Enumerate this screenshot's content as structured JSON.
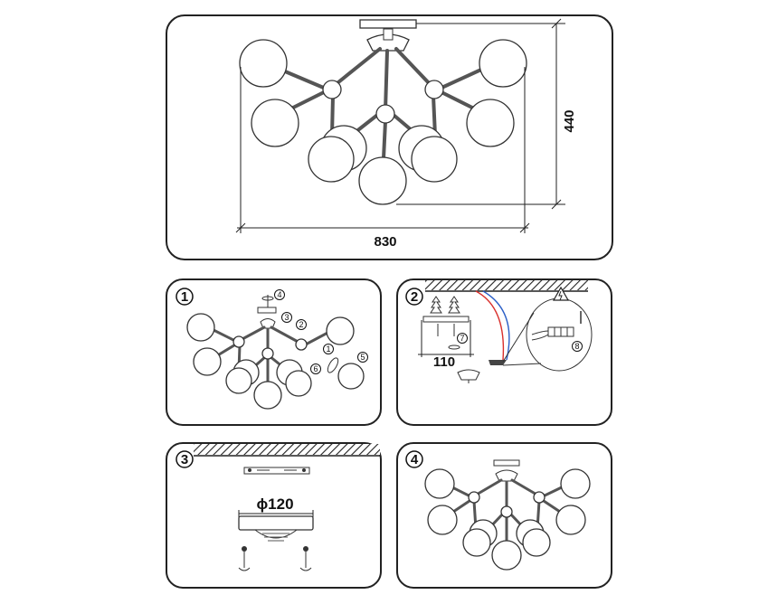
{
  "dimensions": {
    "width": "830",
    "height": "440",
    "mount_spacing": "110",
    "canopy_diameter": "ϕ120"
  },
  "steps": [
    {
      "number": "1",
      "callouts": [
        "1",
        "2",
        "3",
        "4",
        "5",
        "6"
      ]
    },
    {
      "number": "2",
      "callouts": [
        "7",
        "8"
      ]
    },
    {
      "number": "3",
      "callouts": []
    },
    {
      "number": "4",
      "callouts": []
    }
  ],
  "icons": {
    "warning": "high-voltage-warning-icon"
  },
  "colors": {
    "outline": "#222222",
    "wire_red": "#d9302c",
    "wire_blue": "#2b5fc7"
  }
}
